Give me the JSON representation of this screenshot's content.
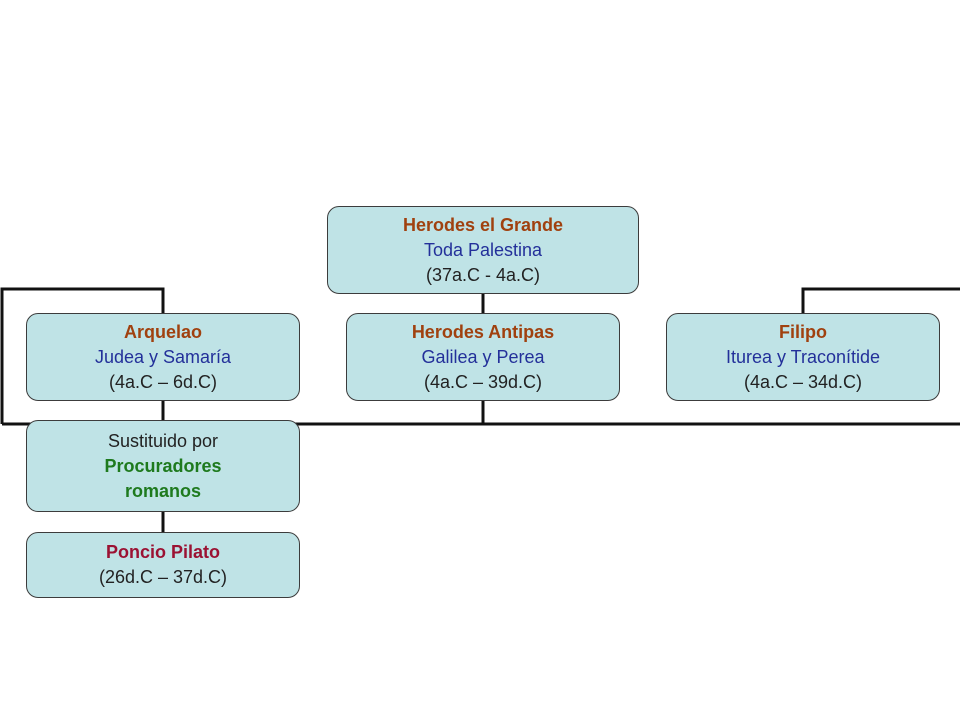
{
  "boxes": {
    "herodes_grande": {
      "name": "Herodes el Grande",
      "region": "Toda Palestina",
      "dates": "(37a.C - 4a.C)"
    },
    "arquelao": {
      "name": "Arquelao",
      "region": "Judea y Samaría",
      "dates": "(4a.C – 6d.C)"
    },
    "antipas": {
      "name": "Herodes Antipas",
      "region": "Galilea y Perea",
      "dates": "(4a.C – 39d.C)"
    },
    "filipo": {
      "name": "Filipo",
      "region": "Iturea y Traconítide",
      "dates": "(4a.C – 34d.C)"
    },
    "sustituido": {
      "line1": "Sustituido por",
      "line2": "Procuradores",
      "line3": "romanos"
    },
    "pilato": {
      "name": "Poncio Pilato",
      "dates": "(26d.C – 37d.C)"
    }
  },
  "colors": {
    "box_fill": "#bfe3e6",
    "name": "#a0410f",
    "region": "#23309a",
    "procuradores": "#1e7a1e",
    "pilato": "#9b1233"
  }
}
